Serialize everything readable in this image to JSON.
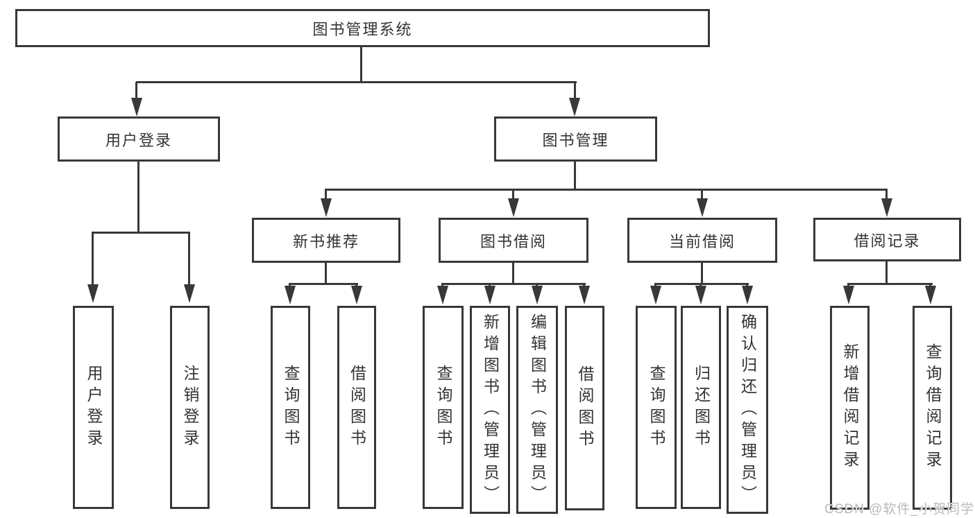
{
  "tree": {
    "root": "图书管理系统",
    "branches": [
      {
        "label": "用户登录",
        "children": [
          "用户登录",
          "注销登录"
        ]
      },
      {
        "label": "图书管理",
        "modules": [
          {
            "label": "新书推荐",
            "children": [
              "查询图书",
              "借阅图书"
            ]
          },
          {
            "label": "图书借阅",
            "children": [
              "查询图书",
              "新增图书（管理员）",
              "编辑图书（管理员）",
              "借阅图书"
            ]
          },
          {
            "label": "当前借阅",
            "children": [
              "查询图书",
              "归还图书",
              "确认归还（管理员）"
            ]
          },
          {
            "label": "借阅记录",
            "children": [
              "新增借阅记录",
              "查询借阅记录"
            ]
          }
        ]
      }
    ]
  },
  "watermark": "CSDN @软件_小贺同学",
  "colors": {
    "line": "#383838",
    "text": "#333333",
    "watermark": "#b9b9b9",
    "background": "#ffffff"
  }
}
